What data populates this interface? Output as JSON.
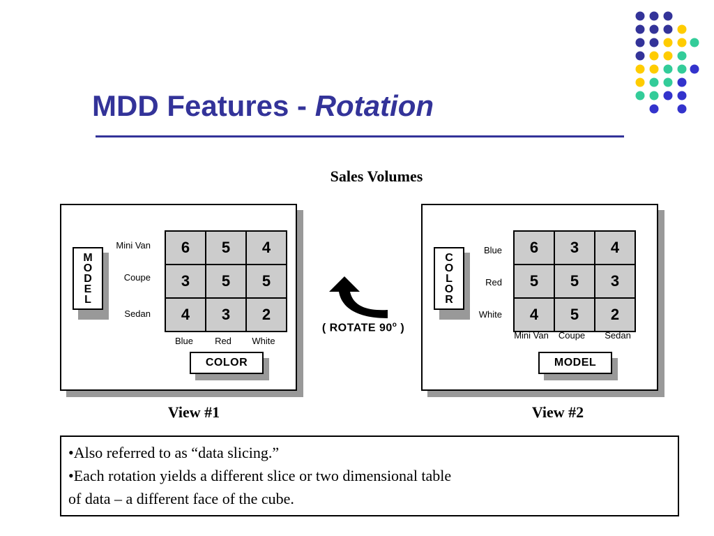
{
  "slide": {
    "title_main": "MDD Features - ",
    "title_italic": "Rotation",
    "colors": {
      "title": "#333399",
      "dot_purple": "#333399",
      "dot_yellow": "#ffcc00",
      "dot_teal": "#33cc99",
      "dot_blue": "#3333cc",
      "cell_fill": "#cccccc",
      "shadow": "#999999"
    }
  },
  "diagram": {
    "heading": "Sales Volumes",
    "rotate_text": "( ROTATE 90",
    "rotate_degree": "o",
    "rotate_close": " )",
    "view1": {
      "caption": "View #1",
      "row_axis": [
        "M",
        "O",
        "D",
        "E",
        "L"
      ],
      "col_axis": "COLOR",
      "rows": [
        "Mini Van",
        "Coupe",
        "Sedan"
      ],
      "cols": [
        "Blue",
        "Red",
        "White"
      ],
      "cells": [
        [
          "6",
          "5",
          "4"
        ],
        [
          "3",
          "5",
          "5"
        ],
        [
          "4",
          "3",
          "2"
        ]
      ]
    },
    "view2": {
      "caption": "View #2",
      "row_axis": [
        "C",
        "O",
        "L",
        "O",
        "R"
      ],
      "col_axis": "MODEL",
      "rows": [
        "Blue",
        "Red",
        "White"
      ],
      "cols": [
        "Mini Van",
        "Coupe",
        "Sedan"
      ],
      "cells": [
        [
          "6",
          "3",
          "4"
        ],
        [
          "5",
          "5",
          "3"
        ],
        [
          "4",
          "5",
          "2"
        ]
      ]
    }
  },
  "notes": {
    "line1": "•Also referred to as “data slicing.”",
    "line2": "•Each rotation yields a different slice or two dimensional table",
    "line3": "of data – a different face of the cube."
  }
}
